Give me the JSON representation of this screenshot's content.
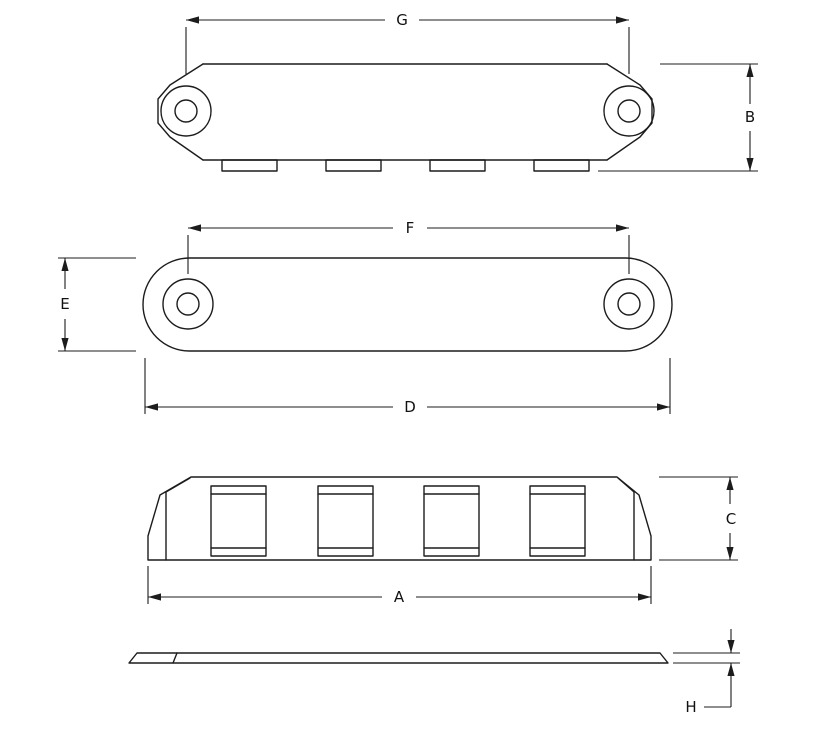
{
  "drawing": {
    "background_color": "#ffffff",
    "line_color": "#1c1c1c",
    "dimension_labels": {
      "G": "G",
      "B": "B",
      "F": "F",
      "E": "E",
      "D": "D",
      "A": "A",
      "C": "C",
      "H": "H"
    }
  }
}
